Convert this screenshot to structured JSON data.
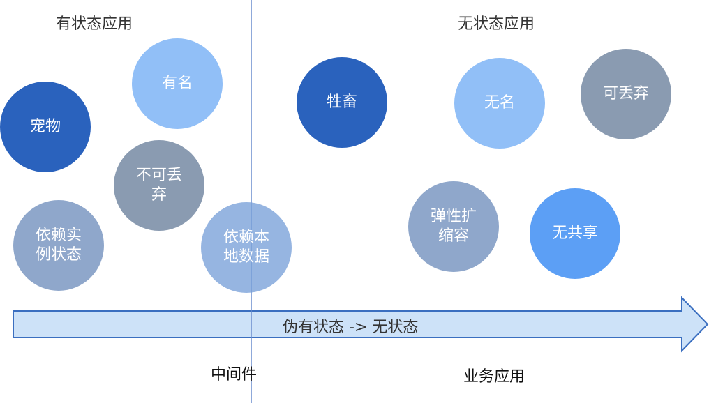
{
  "sections": {
    "stateful_title": "有状态应用",
    "stateless_title": "无状态应用"
  },
  "bottom": {
    "middleware": "中间件",
    "business": "业务应用"
  },
  "arrow": {
    "label": "伪有状态 -> 无状态"
  },
  "circles": {
    "pet": "宠物",
    "named": "有名",
    "not_disposable": "不可丢弃",
    "instance_state": "依赖实例状态",
    "local_data": "依赖本地数据",
    "cattle": "牲畜",
    "unnamed": "无名",
    "disposable": "可丢弃",
    "elastic_scaling": "弹性扩缩容",
    "no_sharing": "无共享"
  },
  "colors": {
    "dark_blue": "#2a62bd",
    "light_blue": "#91bff7",
    "gray": "#8a9bb1",
    "gray_blue": "#8fa7cb",
    "mid_blue": "#5c9ff5",
    "arrow_fill": "#cde2f8",
    "arrow_stroke": "#3b6fc0"
  }
}
